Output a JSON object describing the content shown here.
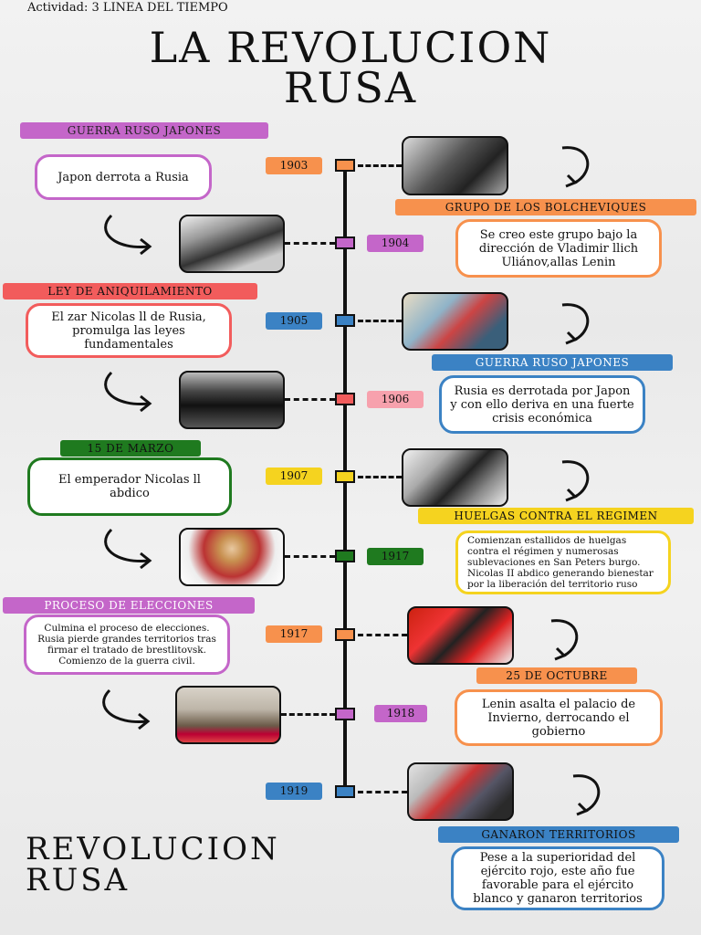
{
  "activity": "Actividad: 3  LINEA DEL TIEMPO",
  "title": {
    "line1": "LA REVOLUCION",
    "line2": "RUSA"
  },
  "footer": {
    "line1": "REVOLUCION",
    "line2": "RUSA"
  },
  "colors": {
    "orange": "#f7914d",
    "purple": "#c466c9",
    "blue": "#3b82c4",
    "red": "#f25c5c",
    "pink": "#f7a1ad",
    "yellow": "#f5d31f",
    "green": "#1f7a1f"
  },
  "events": [
    {
      "year": "1903",
      "label": "GUERRA RUSO JAPONES",
      "text": "Japon derrota a Rusia"
    },
    {
      "year": "1904",
      "label": "GRUPO DE LOS BOLCHEVIQUES",
      "text": "Se creo este grupo bajo la dirección de Vladimir llich Uliánov,allas Lenin"
    },
    {
      "year": "1905",
      "label": "LEY DE ANIQUILAMIENTO",
      "text": "El zar Nicolas ll de Rusia, promulga las leyes fundamentales"
    },
    {
      "year": "1906",
      "label": "GUERRA RUSO JAPONES",
      "text": "Rusia es derrotada por Japon y con ello deriva en una fuerte crisis económica"
    },
    {
      "year": "1907",
      "label": "15 DE MARZO",
      "text": "El emperador Nicolas ll abdico"
    },
    {
      "year": "1917",
      "label": "HUELGAS CONTRA EL REGIMEN",
      "text": "Comienzan estallidos de huelgas contra el régimen y numerosas sublevaciones en San Peters burgo. Nicolas II abdico generando bienestar por la liberación del territorio ruso"
    },
    {
      "year": "1917",
      "label": "PROCESO DE ELECCIONES",
      "text": "Culmina el proceso de elecciones. Rusia pierde grandes territorios tras firmar el tratado de brestlitovsk. Comienzo de la guerra civil."
    },
    {
      "year": "1918",
      "label": "25 DE OCTUBRE",
      "text": "Lenin asalta el palacio de Invierno, derrocando el gobierno"
    },
    {
      "year": "1919",
      "label": "GANARON TERRITORIOS",
      "text": "Pese a la superioridad del ejército rojo, este año fue favorable para el ejército blanco y ganaron territorios"
    }
  ]
}
